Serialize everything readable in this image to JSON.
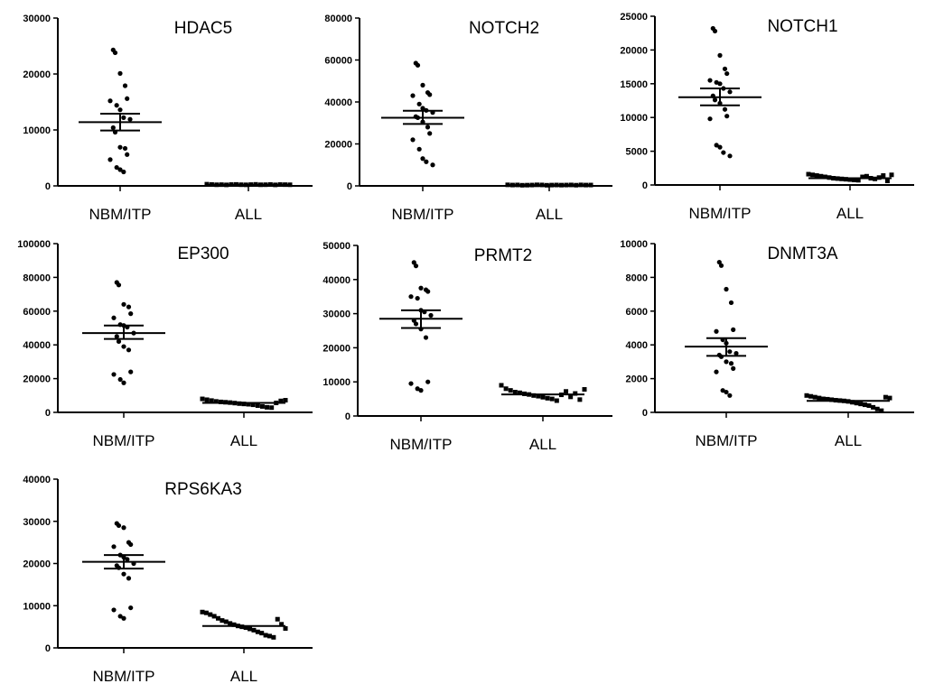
{
  "chart_data": [
    {
      "type": "scatter",
      "title": "HDAC5",
      "categories": [
        "NBM/ITP",
        "ALL"
      ],
      "ylim": [
        0,
        30000
      ],
      "yticks": [
        0,
        10000,
        20000,
        30000
      ],
      "series": [
        {
          "values": [
            24300,
            23800,
            20100,
            17900,
            15600,
            15200,
            14400,
            13600,
            12200,
            11900,
            10400,
            9600,
            6900,
            6700,
            5600,
            4700,
            3300,
            2900,
            2500
          ],
          "mean": 11400,
          "sem_low": 9900,
          "sem_high": 12900
        },
        {
          "values": [
            300,
            250,
            200,
            220,
            180,
            240,
            260,
            210,
            190,
            230,
            270,
            200,
            210,
            250,
            180,
            240,
            220,
            200
          ],
          "mean": 200
        }
      ]
    },
    {
      "type": "scatter",
      "title": "NOTCH2",
      "categories": [
        "NBM/ITP",
        "ALL"
      ],
      "ylim": [
        0,
        80000
      ],
      "yticks": [
        0,
        20000,
        40000,
        60000,
        80000
      ],
      "series": [
        {
          "values": [
            58500,
            57500,
            48000,
            44500,
            43500,
            43000,
            39000,
            37000,
            36000,
            35000,
            33000,
            32500,
            30500,
            28000,
            25000,
            22000,
            17500,
            13000,
            11500,
            10000
          ],
          "mean": 32500,
          "sem_low": 29500,
          "sem_high": 35800
        },
        {
          "values": [
            500,
            400,
            450,
            300,
            350,
            400,
            500,
            450,
            300,
            380,
            420,
            360,
            400,
            450,
            330,
            470,
            390,
            410
          ],
          "mean": 400
        }
      ]
    },
    {
      "type": "scatter",
      "title": "NOTCH1",
      "categories": [
        "NBM/ITP",
        "ALL"
      ],
      "ylim": [
        0,
        25000
      ],
      "yticks": [
        0,
        5000,
        10000,
        15000,
        20000,
        25000
      ],
      "series": [
        {
          "values": [
            23200,
            22800,
            19200,
            17200,
            16500,
            15500,
            15200,
            15000,
            14300,
            13800,
            13200,
            12600,
            12100,
            11200,
            10200,
            9800,
            5900,
            5600,
            4800,
            4300
          ],
          "mean": 13000,
          "sem_low": 11800,
          "sem_high": 14300
        },
        {
          "values": [
            1600,
            1500,
            1400,
            1300,
            1200,
            1100,
            1000,
            950,
            900,
            850,
            800,
            750,
            700,
            1200,
            1300,
            1000,
            900,
            1100,
            1400,
            600,
            1500
          ],
          "mean": 1000
        }
      ]
    },
    {
      "type": "scatter",
      "title": "EP300",
      "categories": [
        "NBM/ITP",
        "ALL"
      ],
      "ylim": [
        0,
        100000
      ],
      "yticks": [
        0,
        20000,
        40000,
        60000,
        80000,
        100000
      ],
      "series": [
        {
          "values": [
            77000,
            75500,
            64000,
            62500,
            58500,
            56000,
            52000,
            51500,
            50500,
            47000,
            45000,
            42000,
            39000,
            37000,
            24000,
            22500,
            19500,
            17500
          ],
          "mean": 47000,
          "sem_low": 43500,
          "sem_high": 51500
        },
        {
          "values": [
            8000,
            7500,
            7000,
            6500,
            6200,
            6000,
            5800,
            5500,
            5200,
            5000,
            4800,
            4500,
            4000,
            3500,
            3000,
            2800,
            5600,
            6800,
            7200
          ],
          "mean": 5600
        }
      ]
    },
    {
      "type": "scatter",
      "title": "PRMT2",
      "categories": [
        "NBM/ITP",
        "ALL"
      ],
      "ylim": [
        0,
        50000
      ],
      "yticks": [
        0,
        10000,
        20000,
        30000,
        40000,
        50000
      ],
      "series": [
        {
          "values": [
            45000,
            44000,
            37500,
            37000,
            36500,
            35000,
            34500,
            31000,
            30500,
            29500,
            28000,
            27000,
            25500,
            23000,
            10000,
            9500,
            8000,
            7500
          ],
          "mean": 28500,
          "sem_low": 25800,
          "sem_high": 31000
        },
        {
          "values": [
            9000,
            8000,
            7500,
            7000,
            6800,
            6500,
            6300,
            6000,
            5800,
            5500,
            5200,
            5000,
            4500,
            6200,
            7200,
            5600,
            6600,
            4800,
            7800
          ],
          "mean": 6300
        }
      ]
    },
    {
      "type": "scatter",
      "title": "DNMT3A",
      "categories": [
        "NBM/ITP",
        "ALL"
      ],
      "ylim": [
        0,
        10000
      ],
      "yticks": [
        0,
        2000,
        4000,
        6000,
        8000,
        10000
      ],
      "series": [
        {
          "values": [
            8900,
            8700,
            7300,
            6500,
            4900,
            4800,
            4300,
            4100,
            3600,
            3500,
            3400,
            3300,
            3000,
            2900,
            2600,
            2400,
            1300,
            1200,
            1000
          ],
          "mean": 3900,
          "sem_low": 3350,
          "sem_high": 4400
        },
        {
          "values": [
            1000,
            950,
            900,
            850,
            800,
            780,
            750,
            720,
            700,
            680,
            650,
            600,
            550,
            500,
            450,
            400,
            300,
            200,
            100,
            900,
            850
          ],
          "mean": 680
        }
      ]
    },
    {
      "type": "scatter",
      "title": "RPS6KA3",
      "categories": [
        "NBM/ITP",
        "ALL"
      ],
      "ylim": [
        0,
        40000
      ],
      "yticks": [
        0,
        10000,
        20000,
        30000,
        40000
      ],
      "series": [
        {
          "values": [
            29500,
            29000,
            28500,
            25000,
            24500,
            24000,
            22000,
            21500,
            21000,
            20000,
            19500,
            19000,
            17500,
            16500,
            9500,
            9000,
            7500,
            7000
          ],
          "mean": 20400,
          "sem_low": 18800,
          "sem_high": 22000
        },
        {
          "values": [
            8500,
            8300,
            7900,
            7500,
            7000,
            6500,
            6200,
            5800,
            5500,
            5200,
            5000,
            4800,
            4500,
            4200,
            3800,
            3500,
            3000,
            2800,
            2500,
            6800,
            5600,
            4600
          ],
          "mean": 5200
        }
      ]
    }
  ]
}
